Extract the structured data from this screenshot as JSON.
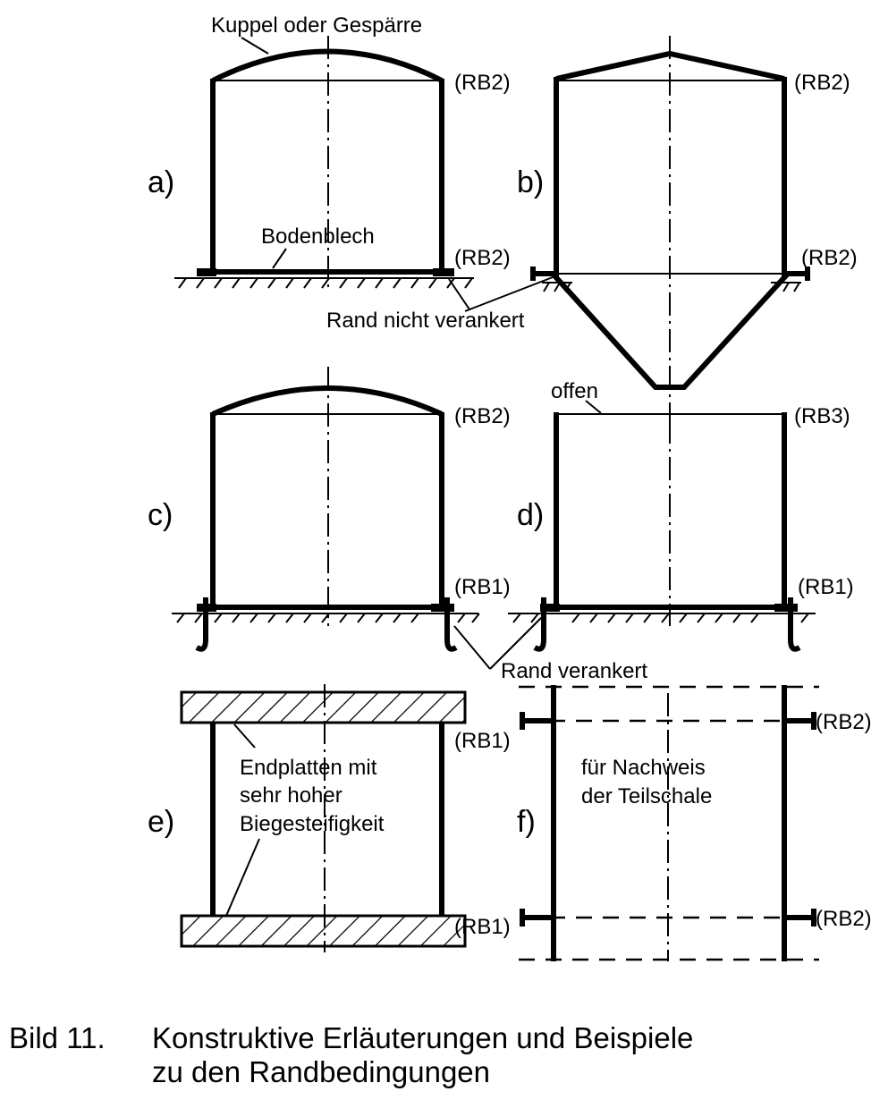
{
  "panels": {
    "a": {
      "letter": "a)",
      "top_label": "Kuppel oder Gespärre",
      "floor_label": "Bodenblech",
      "top_rb": "(RB2)",
      "bottom_rb": "(RB2)"
    },
    "b": {
      "letter": "b)",
      "top_rb": "(RB2)",
      "bottom_rb": "(RB2)"
    },
    "shared_ab": {
      "note": "Rand nicht verankert"
    },
    "c": {
      "letter": "c)",
      "top_rb": "(RB2)",
      "bottom_rb": "(RB1)"
    },
    "d": {
      "letter": "d)",
      "top_label": "offen",
      "top_rb": "(RB3)",
      "bottom_rb": "(RB1)"
    },
    "shared_cd": {
      "note": "Rand verankert"
    },
    "e": {
      "letter": "e)",
      "top_rb": "(RB1)",
      "bottom_rb": "(RB1)",
      "note_lines": [
        "Endplatten mit",
        "sehr hoher",
        "Biegesteifigkeit"
      ]
    },
    "f": {
      "letter": "f)",
      "top_rb": "(RB2)",
      "bottom_rb": "(RB2)",
      "note_lines": [
        "für Nachweis",
        "der Teilschale"
      ]
    }
  },
  "caption": {
    "number": "Bild 11.",
    "line1": "Konstruktive Erläuterungen und Beispiele",
    "line2": "zu den Randbedingungen"
  }
}
